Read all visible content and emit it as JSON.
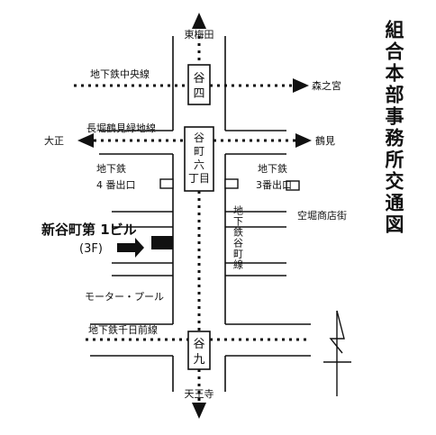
{
  "title": "組合本部事務所交通図",
  "stations": {
    "higashi_umeda": "東梅田",
    "tennoji": "天王寺",
    "morinomiya": "森之宮",
    "taisho": "大正",
    "tsurumi": "鶴見",
    "tani4": "谷四",
    "tanimachi6": "谷町六丁目",
    "tani9": "谷九"
  },
  "lines": {
    "chuo": "地下鉄中央線",
    "nagahori": "長堀鶴見緑地線",
    "tanimachi": "地下鉄谷町線",
    "sennichimae": "地下鉄千日前線"
  },
  "exits": {
    "exit4_line1": "地下鉄",
    "exit4_line2": "4 番出口",
    "exit3_line1": "地下鉄",
    "exit3_line2": "3番出口"
  },
  "landmarks": {
    "building": "新谷町第 1ビル",
    "floor": "(3F)",
    "karahori": "空堀商店街",
    "motor_pool": "モーター・プール"
  },
  "colors": {
    "line": "#111111",
    "background": "#ffffff"
  }
}
